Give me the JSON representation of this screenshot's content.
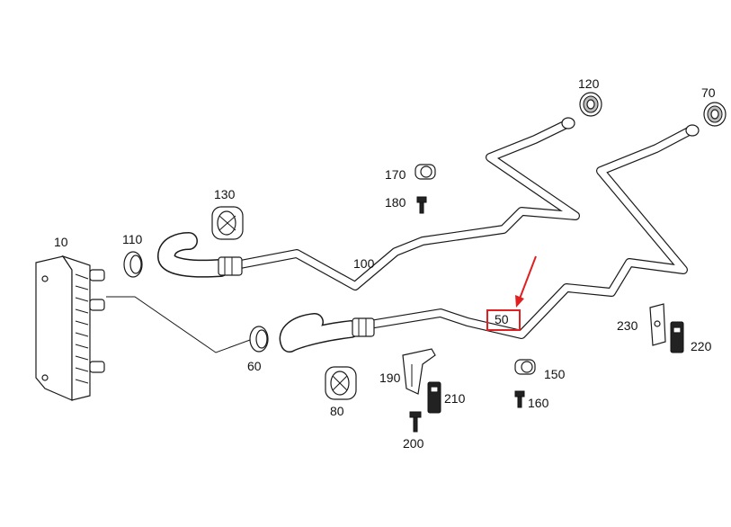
{
  "diagram": {
    "accent_color": "#e02020",
    "highlighted_part": "50",
    "labels": {
      "p10": "10",
      "p50": "50",
      "p60": "60",
      "p70": "70",
      "p80": "80",
      "p100": "100",
      "p110": "110",
      "p120": "120",
      "p130": "130",
      "p150": "150",
      "p160": "160",
      "p170": "170",
      "p180": "180",
      "p190": "190",
      "p200": "200",
      "p210": "210",
      "p220": "220",
      "p230": "230"
    }
  }
}
